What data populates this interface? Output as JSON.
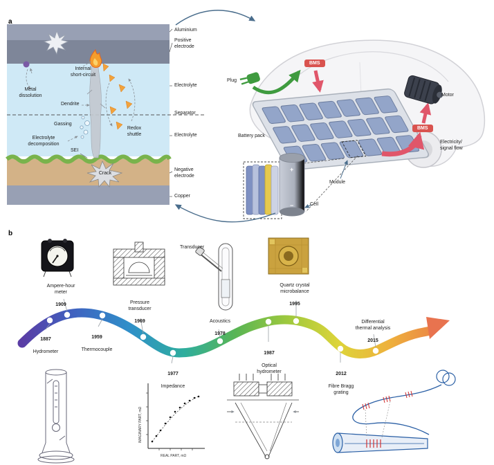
{
  "panels": {
    "a": "a",
    "b": "b"
  },
  "colors": {
    "ribbon_start": "#5a3da5",
    "ribbon_mid": "#2fae9d",
    "ribbon_end": "#ea7a49",
    "bms_red": "#d9534f",
    "arrow_red": "#e0566a",
    "plug_green": "#3f9b3f",
    "electrolyte_blue": "#cfe9f6",
    "electrode_gray": "#98a0b4",
    "negative_tan": "#d3b287",
    "sei_green": "#79b34c"
  },
  "battery_cross_section": {
    "layers": {
      "aluminium": "Aluminium",
      "positive_electrode": "Positive\nelectrode",
      "electrolyte_top": "Electrolyte",
      "separator": "Separator",
      "electrolyte_bottom": "Electrolyte",
      "negative_electrode": "Negative\nelectrode",
      "copper": "Copper"
    },
    "failure_modes": {
      "internal_short_circuit": "Internal\nshort-circuit",
      "metal_dissolution": "Metal\ndissolution",
      "dendrite": "Dendrite",
      "gassing": "Gassing",
      "electrolyte_decomposition": "Electrolyte\ndecomposition",
      "sei": "SEI",
      "redox_shuttle": "Redox\nshuttle",
      "crack": "Crack"
    }
  },
  "vehicle": {
    "plug": "Plug",
    "bms": "BMS",
    "battery_pack": "Battery pack",
    "motor": "Motor",
    "electricity_signal_flow": "Electricity/\nsignal flow",
    "module": "Module",
    "cell": "Cell",
    "cell_plus": "+",
    "cell_minus": "−"
  },
  "timeline": {
    "transducer_label": "Transducer",
    "milestones": [
      {
        "year": "1887",
        "name": "Hydrometer"
      },
      {
        "year": "1909",
        "name": "Ampere-hour\nmeter"
      },
      {
        "year": "1959",
        "name": "Thermocouple"
      },
      {
        "year": "1969",
        "name": "Pressure\ntransducer"
      },
      {
        "year": "1977",
        "name": "Impedance"
      },
      {
        "year": "1978",
        "name": "Acoustics"
      },
      {
        "year": "1987",
        "name": "Optical\nhydrometer"
      },
      {
        "year": "1995",
        "name": "Quartz crystal\nmicrobalance"
      },
      {
        "year": "2012",
        "name": "Fibre Bragg\ngrating"
      },
      {
        "year": "2015",
        "name": "Differential\nthermal analysis"
      }
    ],
    "impedance_axes": {
      "x": "REAL PART, mΩ",
      "y": "IMAGINARY PART, mΩ"
    }
  }
}
